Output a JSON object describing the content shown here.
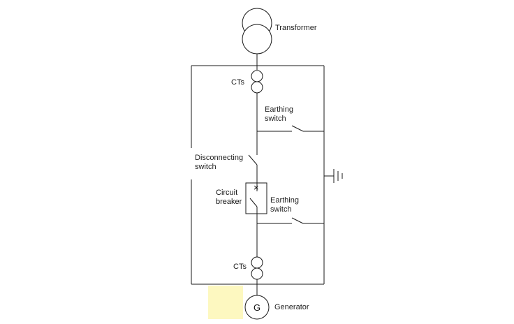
{
  "labels": {
    "transformer": "Transformer",
    "cts_top": "CTs",
    "earthing_switch_top_line1": "Earthing",
    "earthing_switch_top_line2": "switch",
    "disconnecting_switch_line1": "Disconnecting",
    "disconnecting_switch_line2": "switch",
    "circuit_breaker_line1": "Circuit",
    "circuit_breaker_line2": "breaker",
    "earthing_switch_bottom_line1": "Earthing",
    "earthing_switch_bottom_line2": "switch",
    "cts_bottom": "CTs",
    "generator": "Generator",
    "generator_symbol": "G",
    "breaker_symbol": "×"
  },
  "colors": {
    "line": "#1a1a1a",
    "highlight": "#fdf8c0"
  }
}
